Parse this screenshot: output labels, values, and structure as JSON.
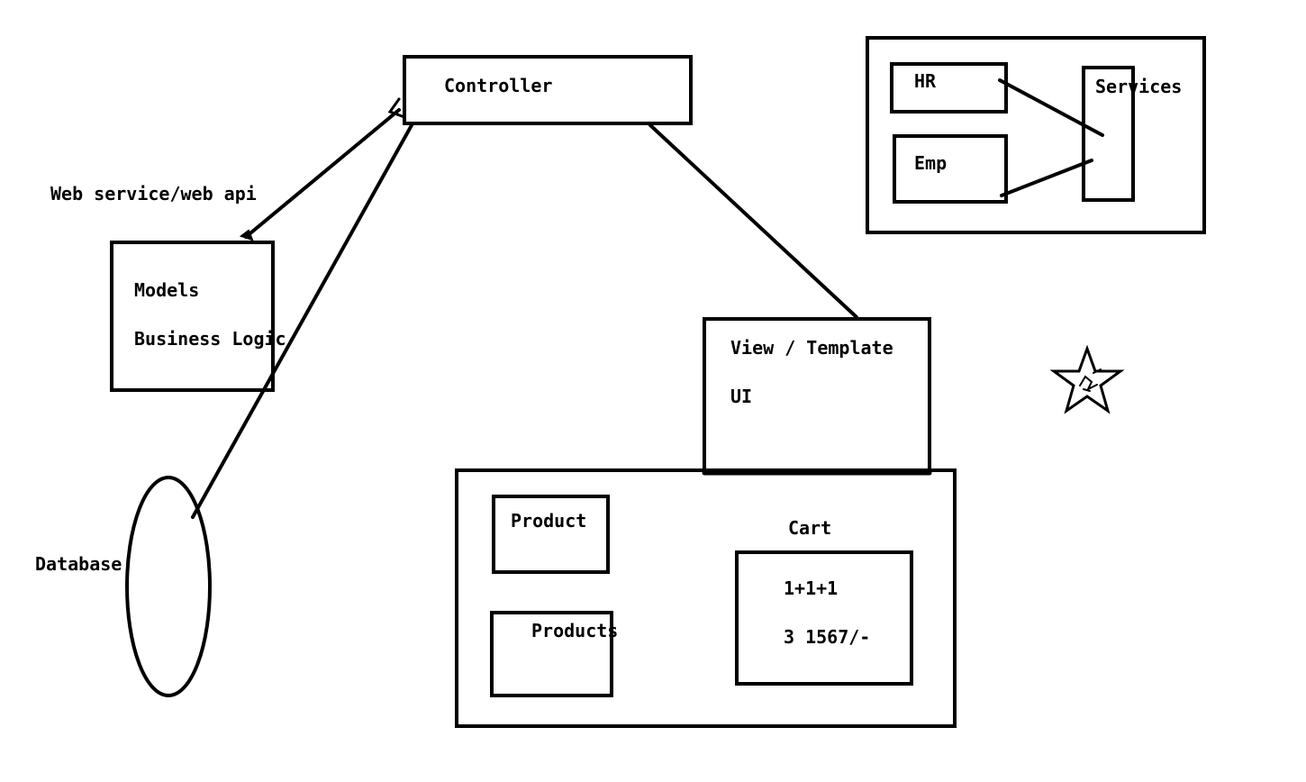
{
  "colors": {
    "stroke": "#000000",
    "background": "#ffffff"
  },
  "controller": {
    "label": "Controller"
  },
  "connector": {
    "label": "Web service/web api"
  },
  "models": {
    "line1": "Models",
    "line2": "Business Logic"
  },
  "database": {
    "label": "Database"
  },
  "view": {
    "line1": "View / Template",
    "line2": "UI"
  },
  "services_panel": {
    "hr": "HR",
    "emp": "Emp",
    "services": "Services"
  },
  "store_panel": {
    "product": "Product",
    "products": "Products",
    "cart": "Cart",
    "cart_line1": "1+1+1",
    "cart_line2": "3 1567/-"
  },
  "decorations": {
    "star_icon": "star-icon"
  }
}
